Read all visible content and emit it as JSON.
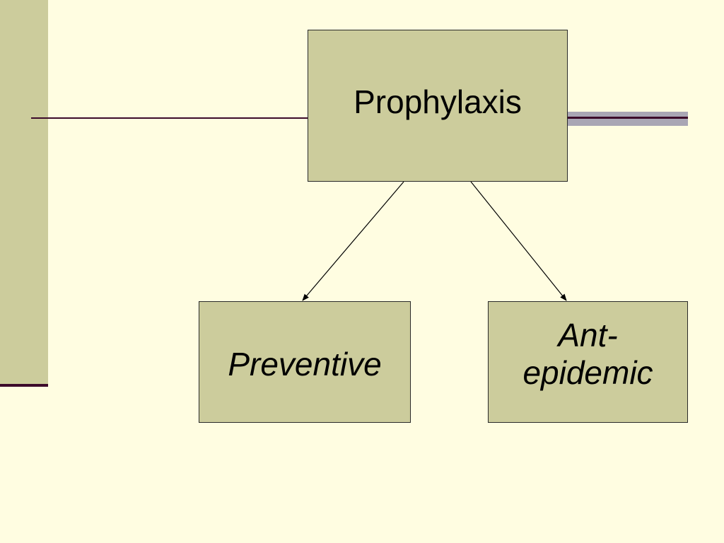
{
  "colors": {
    "background": "#FFFDE1",
    "accent_bar": "#CCCC9C",
    "rule": "#3C0A2A",
    "stripe": "#A9A6B4",
    "node_fill": "#CCCC9C"
  },
  "diagram": {
    "root": {
      "label": "Prophylaxis"
    },
    "children": [
      {
        "label": "Preventive"
      },
      {
        "label": "Ant-epidemic"
      }
    ]
  }
}
